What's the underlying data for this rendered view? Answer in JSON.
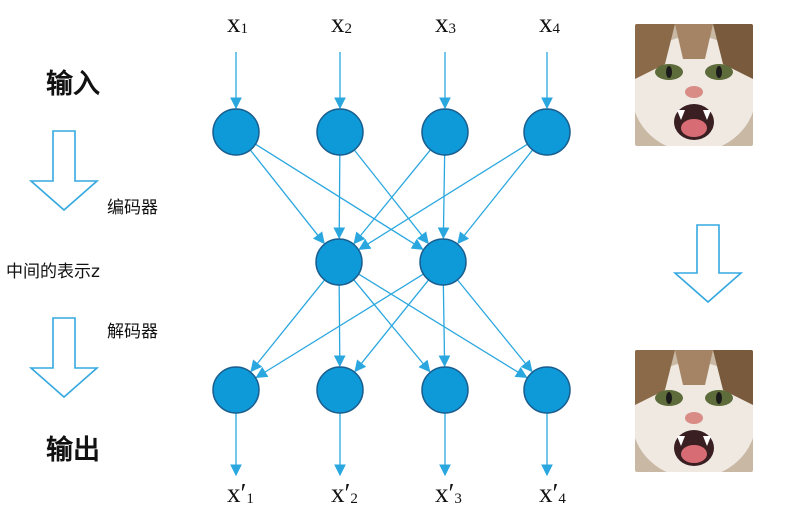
{
  "labels": {
    "input": "输入",
    "output": "输出",
    "encoder": "编码器",
    "decoder": "解码器",
    "latent": "中间的表示z"
  },
  "inputs": [
    {
      "base": "x",
      "sub": "1"
    },
    {
      "base": "x",
      "sub": "2"
    },
    {
      "base": "x",
      "sub": "3"
    },
    {
      "base": "x",
      "sub": "4"
    }
  ],
  "outputs": [
    {
      "base": "x",
      "prime": "′",
      "sub": "1"
    },
    {
      "base": "x",
      "prime": "′",
      "sub": "2"
    },
    {
      "base": "x",
      "prime": "′",
      "sub": "3"
    },
    {
      "base": "x",
      "prime": "′",
      "sub": "4"
    }
  ],
  "colors": {
    "node_fill": "#0e9ad8",
    "node_stroke": "#1a5d8f",
    "edge": "#2aa7df",
    "hollow_arrow": "#35a8e0"
  },
  "icons": {
    "input_image": "cat-face-image",
    "output_image": "reconstructed-cat-face-image",
    "flow_arrow": "hollow-down-arrow-icon"
  }
}
